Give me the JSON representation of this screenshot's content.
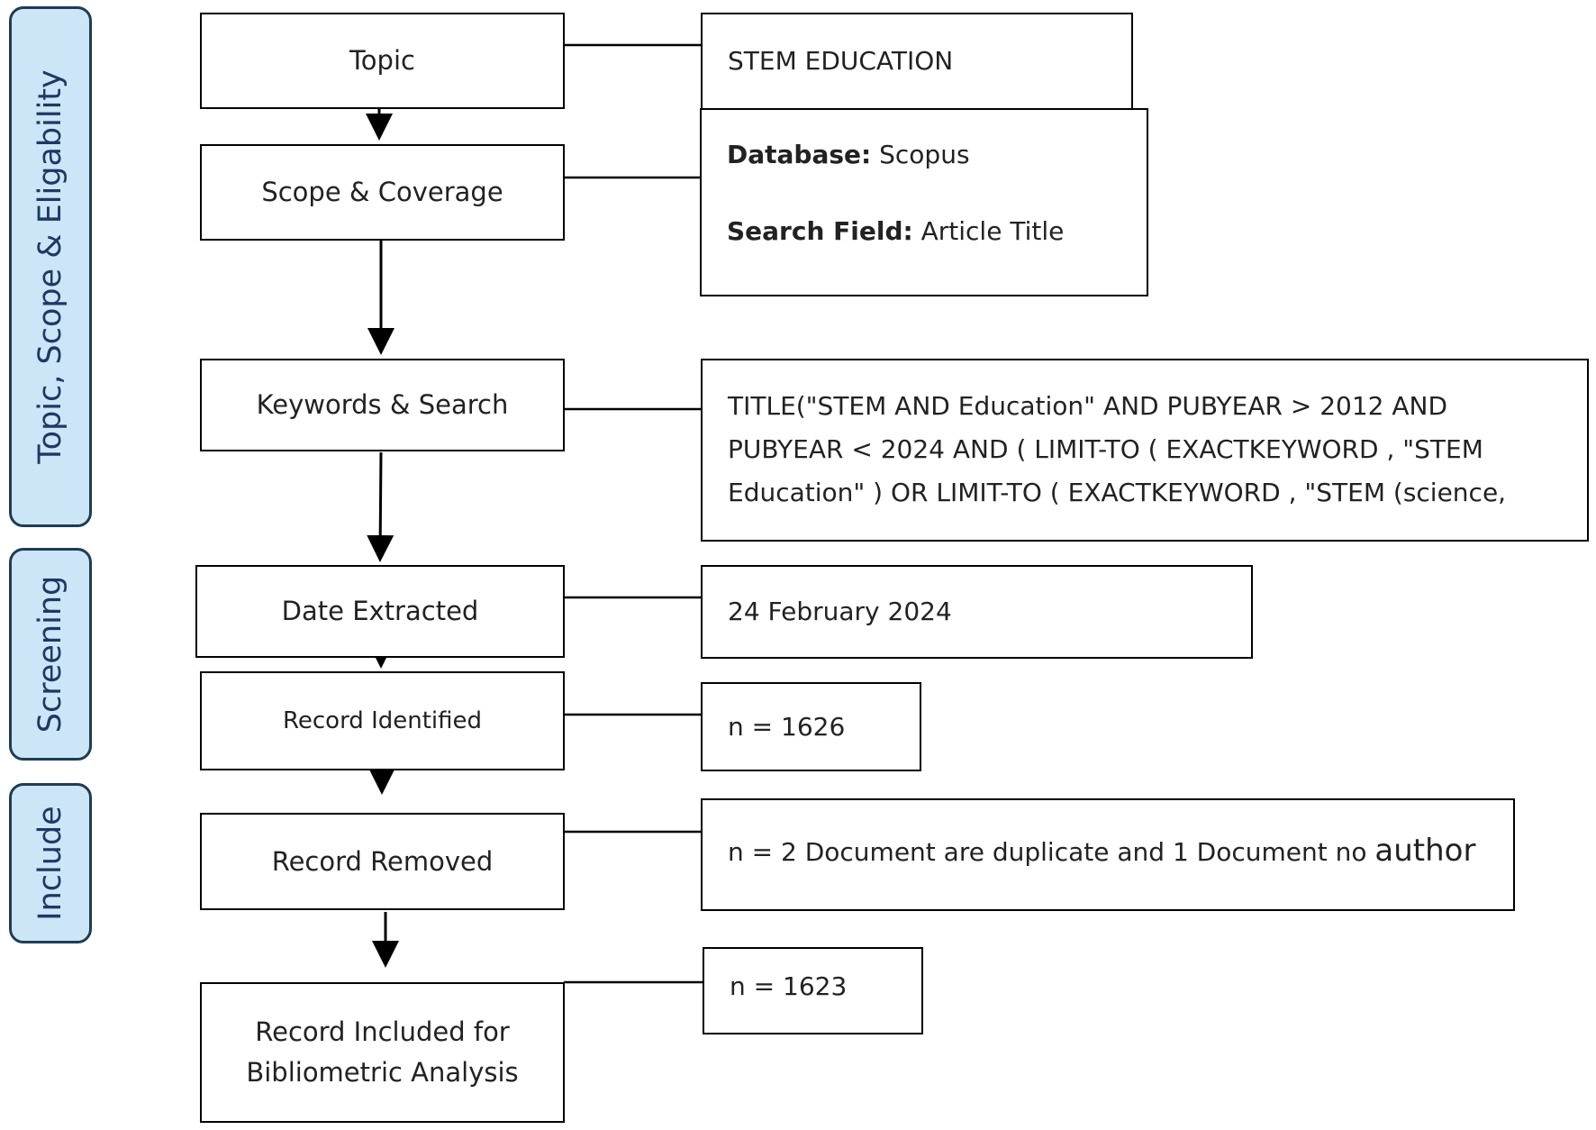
{
  "phases": {
    "topic_scope": "Topic, Scope & Eligability",
    "screening": "Screening",
    "include": "Include"
  },
  "steps": {
    "topic": "Topic",
    "scope": "Scope & Coverage",
    "keywords": "Keywords & Search",
    "date": "Date Extracted",
    "identified": "Record Identified",
    "removed": "Record Removed",
    "included_line1": "Record Included for",
    "included_line2": "Bibliometric Analysis"
  },
  "details": {
    "topic": "STEM EDUCATION",
    "database_label": "Database:",
    "database_value": " Scopus",
    "search_field_label": "Search Field:",
    "search_field_value": " Article Title",
    "query_line1": "TITLE(\"STEM AND Education\" AND PUBYEAR > 2012 AND",
    "query_line2": "PUBYEAR < 2024 AND ( LIMIT-TO ( EXACTKEYWORD , \"STEM",
    "query_line3": "Education\" )  OR LIMIT-TO ( EXACTKEYWORD , \"STEM (science,",
    "date": "24 February 2024",
    "identified": "n = 1626",
    "removed": "n = 2 Document are duplicate and 1 Document no ",
    "removed_tail": "author",
    "included": "n = 1623"
  },
  "colors": {
    "phase_fill": "#cce6f7",
    "phase_border": "#1f3c55",
    "phase_text": "#1f3864",
    "line": "#000000"
  }
}
